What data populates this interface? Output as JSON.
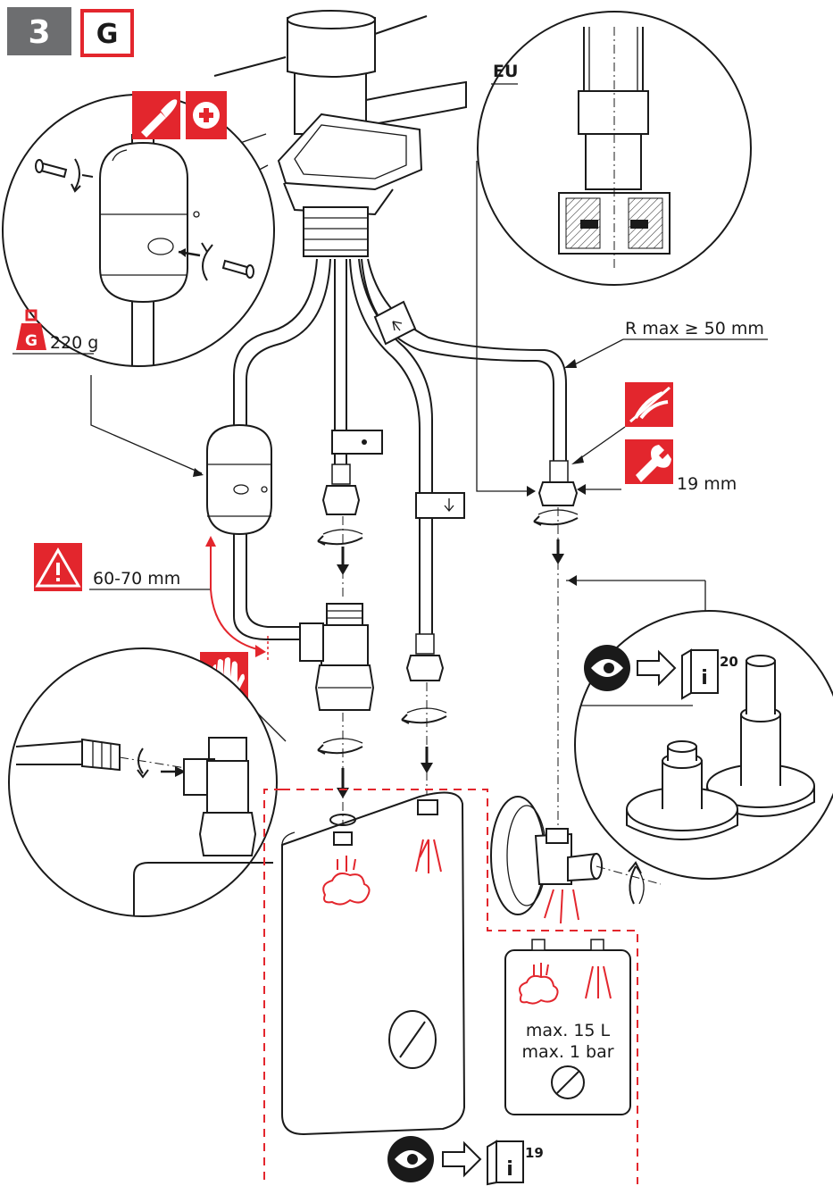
{
  "step": {
    "number": "3",
    "variant_letter": "G"
  },
  "colors": {
    "accent_red": "#e3262d",
    "step_grey": "#6d6e70",
    "line": "#1a1a1a"
  },
  "labels": {
    "eu": "EU",
    "bend_radius": "R max ≥ 50 mm",
    "weight": "220 g",
    "weight_badge": "G",
    "wrench_size": "19 mm",
    "distance": "60-70 mm",
    "capacity": "max. 15 L",
    "pressure": "max. 1 bar",
    "ref_page_top": "20",
    "ref_page_bottom": "19",
    "info_glyph_top": "i",
    "info_glyph_bottom": "i"
  },
  "icons": [
    "screwdriver-icon",
    "plus-circle-icon",
    "weight-icon",
    "no-pliers-icon",
    "wrench-icon",
    "warning-triangle-icon",
    "hand-icon",
    "eye-icon",
    "arrow-right-icon",
    "info-book-icon",
    "cloud-spray-icon",
    "cold-spray-icon"
  ]
}
